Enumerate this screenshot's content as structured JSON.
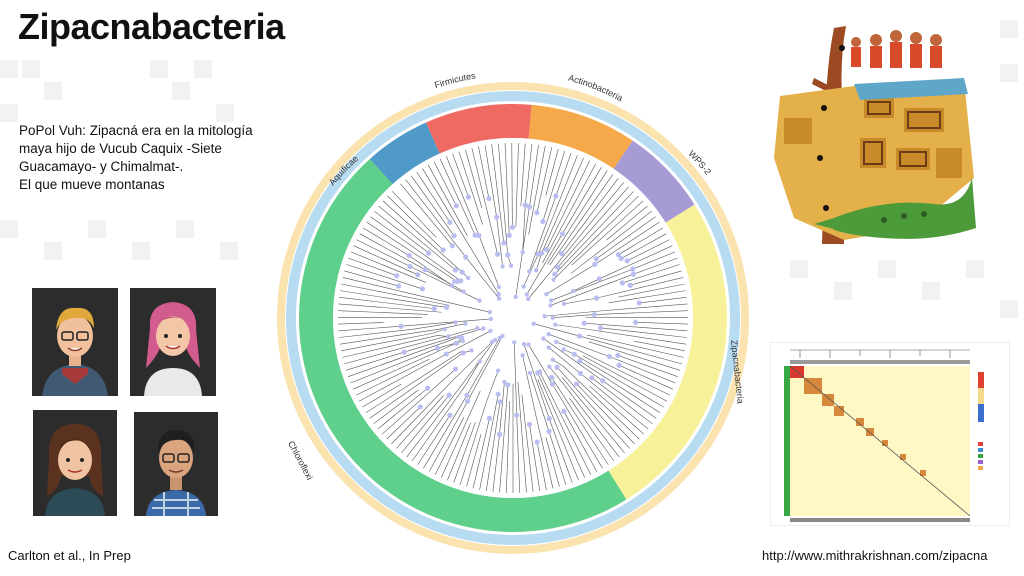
{
  "slide": {
    "title": "Zipacnabacteria",
    "description_lines": [
      "PoPol Vuh: Zipacná era en la mitología",
      "maya hijo de Vucub Caquix -Siete",
      "Guacamayo- y Chimalmat-.",
      "El que mueve montanas"
    ],
    "citation": "Carlton et al., In Prep",
    "url": "http://www.mithrakrishnan.com/zipacna"
  },
  "tree": {
    "clades": [
      {
        "label": "Aquificae",
        "color": "#4f9ac9"
      },
      {
        "label": "Firmicutes",
        "color": "#ee6a63"
      },
      {
        "label": "Actinobacteria",
        "color": "#f5a94a"
      },
      {
        "label": "WPS-2",
        "color": "#a79bd6"
      },
      {
        "label": "Zipacnabacteria",
        "color": "#f7f29a"
      },
      {
        "label": "Chloroflexi",
        "color": "#5fcf8c"
      }
    ]
  },
  "colors": {
    "node": "#b9bdf0",
    "branch": "#555555",
    "ring_inner": "#b7dcf2",
    "ring_outer": "#fbe3b0"
  }
}
